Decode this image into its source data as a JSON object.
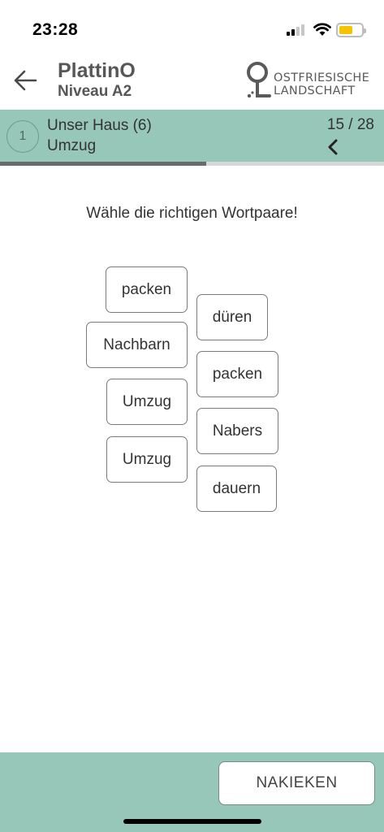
{
  "status_bar": {
    "time": "23:28",
    "battery_color": "#f5c400"
  },
  "header": {
    "title": "PlattinO",
    "subtitle": "Niveau A2",
    "back_icon": "arrow-left-icon",
    "logo": {
      "line1": "OSTFRIESISCHE",
      "line2": "LANDSCHAFT"
    }
  },
  "lesson": {
    "number": "1",
    "title": "Unser Haus (6)",
    "subtitle": "Umzug",
    "progress_text": "15 / 28",
    "progress_fraction": 0.536,
    "prev_icon": "chevron-left-icon"
  },
  "exercise": {
    "instruction": "Wähle die richtigen Wortpaare!",
    "left_words": [
      "packen",
      "Nachbarn",
      "Umzug",
      "Umzug"
    ],
    "right_words": [
      "düren",
      "packen",
      "Nabers",
      "dauern"
    ]
  },
  "footer": {
    "check_label": "NAKIEKEN"
  },
  "colors": {
    "accent": "#97c7b8",
    "text": "#333333",
    "header_text": "#575757"
  }
}
